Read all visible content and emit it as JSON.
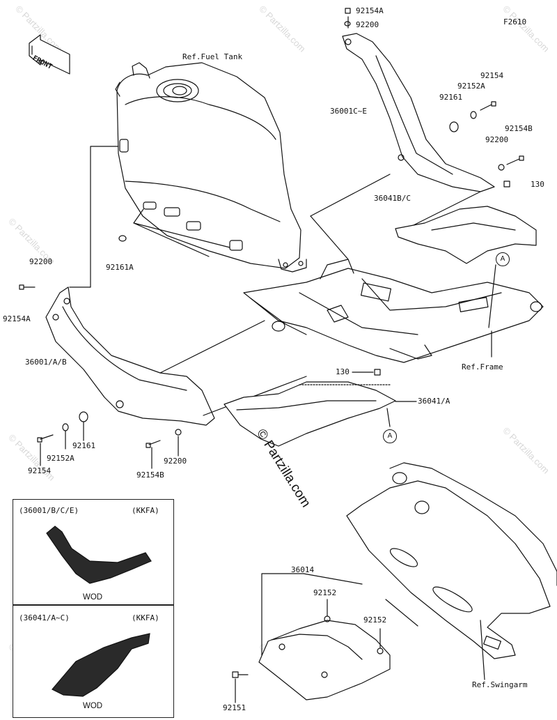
{
  "figure_code": "F2610",
  "front_label": "FRONT",
  "watermarks": {
    "text": "© Partzilla.com",
    "big": "© Partzilla.com"
  },
  "refs": {
    "fuel_tank": "Ref.Fuel Tank",
    "frame": "Ref.Frame",
    "swingarm": "Ref.Swingarm"
  },
  "callout": "A",
  "parts": {
    "p92154A_top": "92154A",
    "p92200_top": "92200",
    "p92154_r": "92154",
    "p92152A_r": "92152A",
    "p92161_r": "92161",
    "p36001CE": "36001C~E",
    "p92154B_r": "92154B",
    "p92200_r": "92200",
    "p130_r": "130",
    "p36041BC": "36041B/C",
    "p92161A": "92161A",
    "p92200_l": "92200",
    "p92154A_l": "92154A",
    "p36001AB": "36001/A/B",
    "p130_m": "130",
    "p36041A": "36041/A",
    "p92154_l": "92154",
    "p92152A_l": "92152A",
    "p92161_l": "92161",
    "p92154B_l": "92154B",
    "p92200_b": "92200",
    "p36014": "36014",
    "p92152_a": "92152",
    "p92152_b": "92152",
    "p92151": "92151"
  },
  "insets": [
    {
      "codes": "(36001/B/C/E)",
      "variant": "(KKFA)",
      "caption": "WOD"
    },
    {
      "codes": "(36041/A~C)",
      "variant": "(KKFA)",
      "caption": "WOD"
    }
  ]
}
